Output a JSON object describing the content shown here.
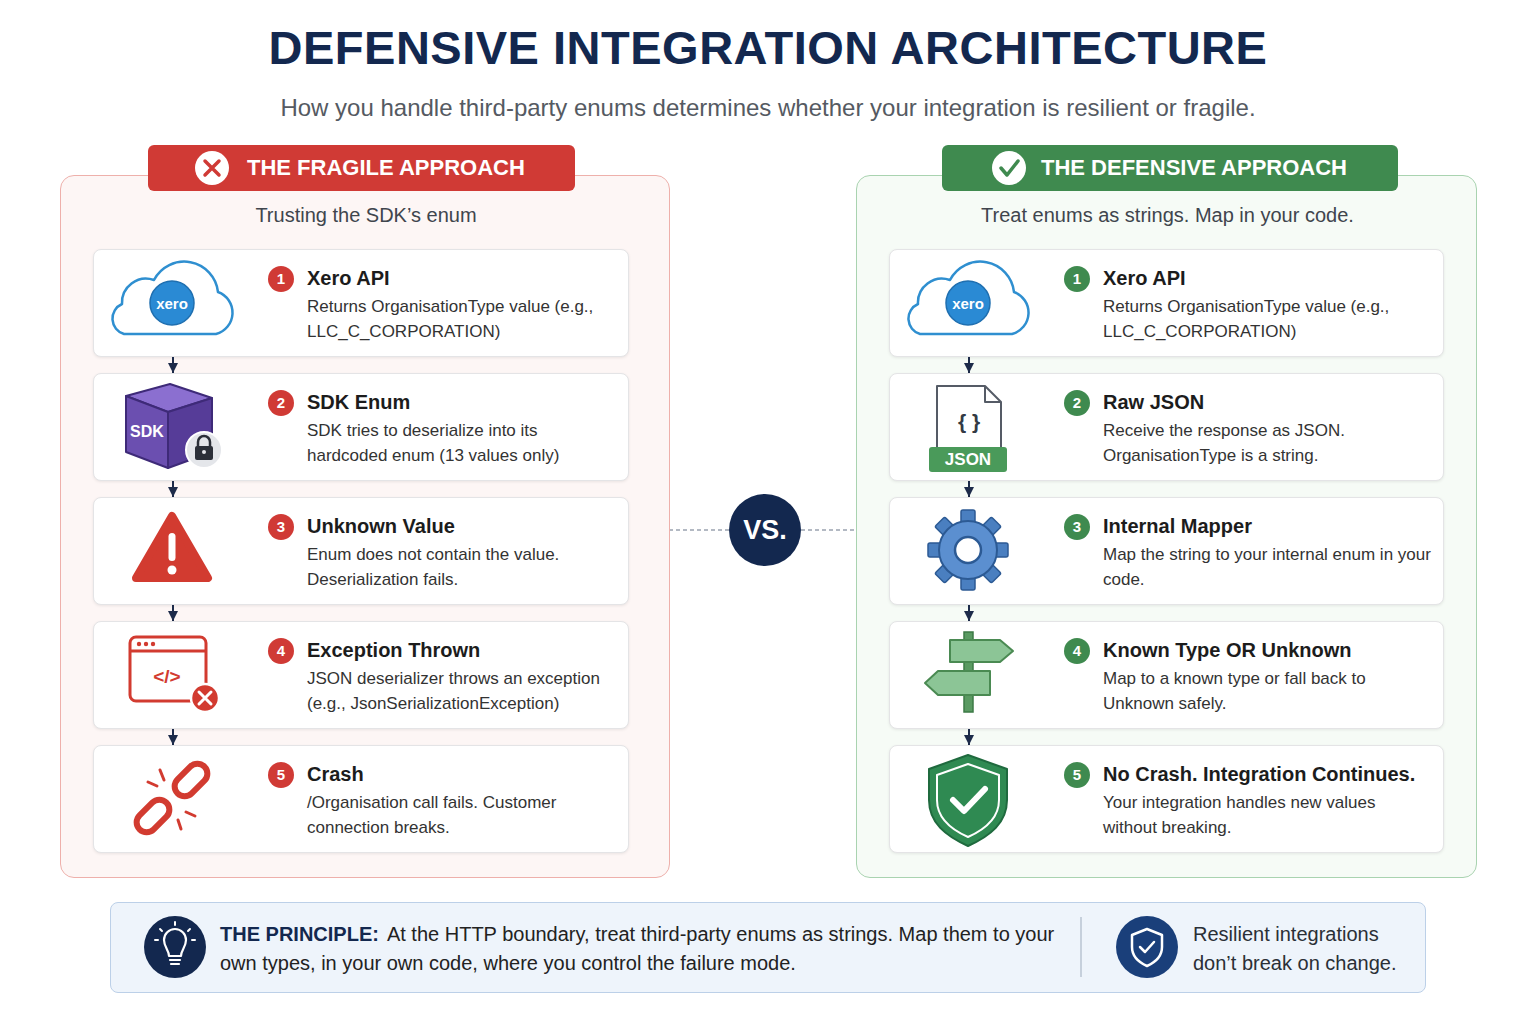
{
  "diagram": {
    "title": "DEFENSIVE INTEGRATION ARCHITECTURE",
    "nodes": [
      {
        "text": [
          "THE FRAGILE APPROACH",
          "Trusting the SDK’s enum"
        ]
      },
      {
        "text": [
          "1",
          "Xero API",
          "Returns OrganisationType value (e.g., LLC_C_CORPORATION)"
        ],
        "in": 0
      },
      {
        "text": [
          "2",
          "SDK Enum",
          "SDK tries to deserialize into its hardcoded enum (13 values only)"
        ],
        "in": 0
      },
      {
        "text": [
          "3",
          "Unknown Value",
          "Enum does not contain the value. Deserialization fails."
        ],
        "in": 0
      },
      {
        "text": [
          "4",
          "Exception Thrown",
          "JSON deserializer throws an exception (e.g., JsonSerializationException)"
        ],
        "in": 0
      },
      {
        "text": [
          "5",
          "Crash",
          "/Organisation call fails. Customer connection breaks."
        ],
        "in": 0
      },
      {
        "text": [
          "THE DEFENSIVE APPROACH",
          "Treat enums as strings. Map in your code."
        ]
      },
      {
        "text": [
          "1",
          "Xero API",
          "Returns OrganisationType value (e.g., LLC_C_CORPORATION)"
        ],
        "in": 6
      },
      {
        "text": [
          "2",
          "Raw JSON",
          "Receive the response as JSON. OrganisationType is a string."
        ],
        "in": 6
      },
      {
        "text": [
          "3",
          "Internal Mapper",
          "Map the string to your internal enum in your code."
        ],
        "in": 6
      },
      {
        "text": [
          "4",
          "Known Type OR Unknown",
          "Map to a known type or fall back to Unknown safely."
        ],
        "in": 6
      },
      {
        "text": [
          "5",
          "No Crash. Integration Continues.",
          "Your integration handles new values without breaking."
        ],
        "in": 6
      },
      {
        "text": [
          "VS."
        ]
      },
      {
        "text": [
          "THE PRINCIPLE:",
          "At the HTTP boundary, treat third-party enums as strings. Map them to your own types, in your own code, where you control the failure mode.",
          "Resilient integrations don’t break on change."
        ]
      }
    ],
    "edges": [
      {
        "from": 1,
        "to": 2,
        "arrow": "to"
      },
      {
        "from": 2,
        "to": 3,
        "arrow": "to"
      },
      {
        "from": 3,
        "to": 4,
        "arrow": "to"
      },
      {
        "from": 4,
        "to": 5,
        "arrow": "to"
      },
      {
        "from": 7,
        "to": 8,
        "arrow": "to"
      },
      {
        "from": 8,
        "to": 9,
        "arrow": "to"
      },
      {
        "from": 9,
        "to": 10,
        "arrow": "to"
      },
      {
        "from": 10,
        "to": 11,
        "arrow": "to"
      },
      {
        "from": 12,
        "to": 0,
        "arrow": "none"
      },
      {
        "from": 12,
        "to": 6,
        "arrow": "none"
      }
    ],
    "labels": [
      "How you handle third-party enums determines whether your integration is resilient or fragile.",
      "xero",
      "SDK",
      "</>",
      "xero",
      "{ }",
      "JSON"
    ]
  }
}
